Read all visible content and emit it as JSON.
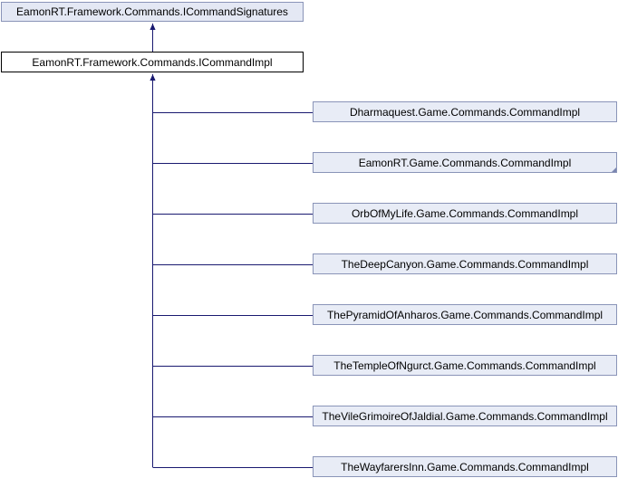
{
  "diagram": {
    "interface": "EamonRT.Framework.Commands.ICommandSignatures",
    "current": "EamonRT.Framework.Commands.ICommandImpl",
    "implementations": [
      "Dharmaquest.Game.Commands.CommandImpl",
      "EamonRT.Game.Commands.CommandImpl",
      "OrbOfMyLife.Game.Commands.CommandImpl",
      "TheDeepCanyon.Game.Commands.CommandImpl",
      "ThePyramidOfAnharos.Game.Commands.CommandImpl",
      "TheTempleOfNgurct.Game.Commands.CommandImpl",
      "TheVileGrimoireOfJaldial.Game.Commands.CommandImpl",
      "TheWayfarersInn.Game.Commands.CommandImpl"
    ]
  },
  "colors": {
    "edge": "#191970",
    "node_border": "#8a94b8",
    "node_fill": "#e8ecf6"
  }
}
